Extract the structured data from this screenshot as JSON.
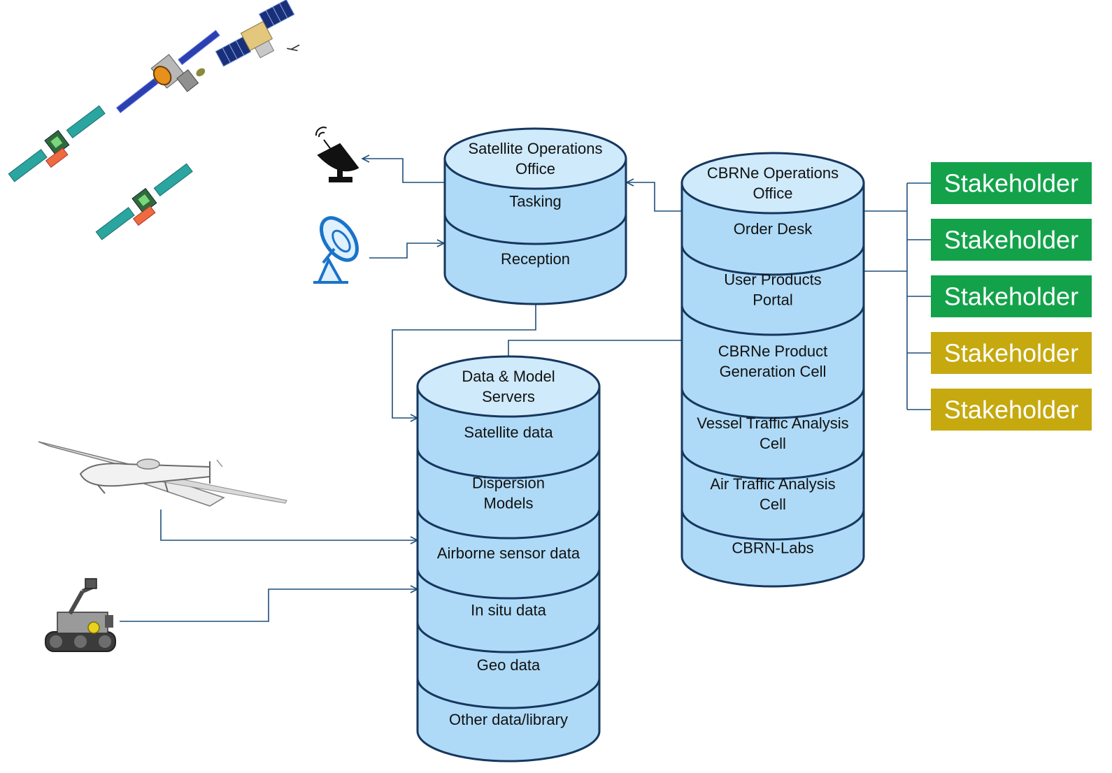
{
  "colors": {
    "cylinder_fill": "#aedaf7",
    "cylinder_top": "#cfeafb",
    "cylinder_stroke": "#17375e",
    "connector": "#1f4e79",
    "stakeholder_green": "#13a24a",
    "stakeholder_gold": "#c5a90f"
  },
  "icons": {
    "satellites": [
      "satellite-icon",
      "satellite-icon",
      "satellite-icon",
      "satellite-icon"
    ],
    "ground_station": "satellite-dish-icon",
    "receiving_antenna": "receiving-antenna-icon",
    "drone": "drone-icon",
    "robot": "ground-robot-icon"
  },
  "satellite_ops": {
    "title": [
      "Satellite Operations",
      "Office"
    ],
    "sections": [
      [
        "Tasking"
      ],
      [
        "Reception"
      ]
    ]
  },
  "cbrne_ops": {
    "title": [
      "CBRNe Operations",
      "Office"
    ],
    "sections": [
      [
        "Order Desk"
      ],
      [
        "User Products",
        "Portal"
      ],
      [
        "CBRNe Product",
        "Generation Cell"
      ],
      [
        "Vessel Traffic Analysis",
        "Cell"
      ],
      [
        "Air Traffic Analysis",
        "Cell"
      ],
      [
        "CBRN-Labs"
      ]
    ]
  },
  "data_servers": {
    "title": [
      "Data & Model",
      "Servers"
    ],
    "sections": [
      [
        "Satellite data"
      ],
      [
        "Dispersion",
        "Models"
      ],
      [
        "Airborne sensor data"
      ],
      [
        "In situ data"
      ],
      [
        "Geo data"
      ],
      [
        "Other data/library"
      ]
    ]
  },
  "stakeholders": [
    {
      "label": "Stakeholder",
      "color": "#13a24a"
    },
    {
      "label": "Stakeholder",
      "color": "#13a24a"
    },
    {
      "label": "Stakeholder",
      "color": "#13a24a"
    },
    {
      "label": "Stakeholder",
      "color": "#c5a90f"
    },
    {
      "label": "Stakeholder",
      "color": "#c5a90f"
    }
  ]
}
